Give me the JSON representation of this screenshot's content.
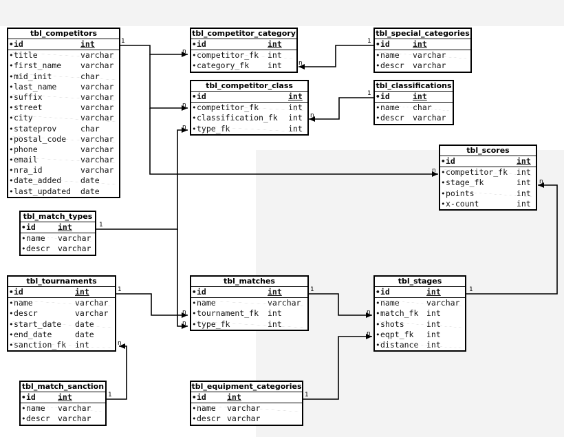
{
  "tables": [
    {
      "id": "tbl_competitors",
      "title": "tbl_competitors",
      "fields": [
        {
          "name": "id",
          "type": "int",
          "pk": true
        },
        {
          "name": "title",
          "type": "varchar"
        },
        {
          "name": "first_name",
          "type": "varchar"
        },
        {
          "name": "mid_init",
          "type": "char"
        },
        {
          "name": "last_name",
          "type": "varchar"
        },
        {
          "name": "suffix",
          "type": "varchar"
        },
        {
          "name": "street",
          "type": "varchar"
        },
        {
          "name": "city",
          "type": "varchar"
        },
        {
          "name": "stateprov",
          "type": "char"
        },
        {
          "name": "postal_code",
          "type": "varchar"
        },
        {
          "name": "phone",
          "type": "varchar"
        },
        {
          "name": "email",
          "type": "varchar"
        },
        {
          "name": "nra_id",
          "type": "varchar"
        },
        {
          "name": "date_added",
          "type": "date"
        },
        {
          "name": "last_updated",
          "type": "date"
        }
      ]
    },
    {
      "id": "tbl_competitor_category",
      "title": "tbl_competitor_category",
      "fields": [
        {
          "name": "id",
          "type": "int",
          "pk": true
        },
        {
          "name": "competitor_fk",
          "type": "int"
        },
        {
          "name": "category_fk",
          "type": "int"
        }
      ]
    },
    {
      "id": "tbl_special_categories",
      "title": "tbl_special_categories",
      "fields": [
        {
          "name": "id",
          "type": "int",
          "pk": true
        },
        {
          "name": "name",
          "type": "varchar"
        },
        {
          "name": "descr",
          "type": "varchar"
        }
      ]
    },
    {
      "id": "tbl_competitor_class",
      "title": "tbl_competitor_class",
      "fields": [
        {
          "name": "id",
          "type": "int",
          "pk": true
        },
        {
          "name": "competitor_fk",
          "type": "int"
        },
        {
          "name": "classification_fk",
          "type": "int"
        },
        {
          "name": "type_fk",
          "type": "int"
        }
      ]
    },
    {
      "id": "tbl_classifications",
      "title": "tbl_classifications",
      "fields": [
        {
          "name": "id",
          "type": "int",
          "pk": true
        },
        {
          "name": "name",
          "type": "char"
        },
        {
          "name": "descr",
          "type": "varchar"
        }
      ]
    },
    {
      "id": "tbl_scores",
      "title": "tbl_scores",
      "fields": [
        {
          "name": "id",
          "type": "int",
          "pk": true
        },
        {
          "name": "competitor_fk",
          "type": "int"
        },
        {
          "name": "stage_fk",
          "type": "int"
        },
        {
          "name": "points",
          "type": "int"
        },
        {
          "name": "x-count",
          "type": "int"
        }
      ]
    },
    {
      "id": "tbl_match_types",
      "title": "tbl_match_types",
      "fields": [
        {
          "name": "id",
          "type": "int",
          "pk": true
        },
        {
          "name": "name",
          "type": "varchar"
        },
        {
          "name": "descr",
          "type": "varchar"
        }
      ]
    },
    {
      "id": "tbl_tournaments",
      "title": "tbl_tournaments",
      "fields": [
        {
          "name": "id",
          "type": "int",
          "pk": true
        },
        {
          "name": "name",
          "type": "varchar"
        },
        {
          "name": "descr",
          "type": "varchar"
        },
        {
          "name": "start_date",
          "type": "date"
        },
        {
          "name": "end_date",
          "type": "date"
        },
        {
          "name": "sanction_fk",
          "type": "int"
        }
      ]
    },
    {
      "id": "tbl_matches",
      "title": "tbl_matches",
      "fields": [
        {
          "name": "id",
          "type": "int",
          "pk": true
        },
        {
          "name": "name",
          "type": "varchar"
        },
        {
          "name": "tournament_fk",
          "type": "int"
        },
        {
          "name": "type_fk",
          "type": "int"
        }
      ]
    },
    {
      "id": "tbl_stages",
      "title": "tbl_stages",
      "fields": [
        {
          "name": "id",
          "type": "int",
          "pk": true
        },
        {
          "name": "name",
          "type": "varchar"
        },
        {
          "name": "match_fk",
          "type": "int"
        },
        {
          "name": "shots",
          "type": "int"
        },
        {
          "name": "eqpt_fk",
          "type": "int"
        },
        {
          "name": "distance",
          "type": "int"
        }
      ]
    },
    {
      "id": "tbl_match_sanction",
      "title": "tbl_match_sanction",
      "fields": [
        {
          "name": "id",
          "type": "int",
          "pk": true
        },
        {
          "name": "name",
          "type": "varchar"
        },
        {
          "name": "descr",
          "type": "varchar"
        }
      ]
    },
    {
      "id": "tbl_equipment_categories",
      "title": "tbl_equipment_categories",
      "fields": [
        {
          "name": "id",
          "type": "int",
          "pk": true
        },
        {
          "name": "name",
          "type": "varchar"
        },
        {
          "name": "descr",
          "type": "varchar"
        }
      ]
    }
  ],
  "relationships": [
    {
      "from": "tbl_competitors",
      "to": "tbl_competitor_category",
      "from_label": "1",
      "to_label": "n"
    },
    {
      "from": "tbl_competitors",
      "to": "tbl_competitor_class",
      "from_label": "1",
      "to_label": "n"
    },
    {
      "from": "tbl_competitors",
      "to": "tbl_scores",
      "from_label": "1",
      "to_label": "n"
    },
    {
      "from": "tbl_special_categories",
      "to": "tbl_competitor_category",
      "from_label": "1",
      "to_label": "n"
    },
    {
      "from": "tbl_classifications",
      "to": "tbl_competitor_class",
      "from_label": "1",
      "to_label": "n"
    },
    {
      "from": "tbl_match_types",
      "to": "tbl_competitor_class",
      "from_label": "1",
      "to_label": "n"
    },
    {
      "from": "tbl_match_types",
      "to": "tbl_matches",
      "from_label": "1",
      "to_label": "n"
    },
    {
      "from": "tbl_tournaments",
      "to": "tbl_matches",
      "from_label": "1",
      "to_label": "n"
    },
    {
      "from": "tbl_matches",
      "to": "tbl_stages",
      "from_label": "1",
      "to_label": "n"
    },
    {
      "from": "tbl_stages",
      "to": "tbl_scores",
      "from_label": "1",
      "to_label": "n"
    },
    {
      "from": "tbl_equipment_categories",
      "to": "tbl_stages",
      "from_label": "1",
      "to_label": "n"
    },
    {
      "from": "tbl_match_sanction",
      "to": "tbl_tournaments",
      "from_label": "1",
      "to_label": "n"
    }
  ]
}
